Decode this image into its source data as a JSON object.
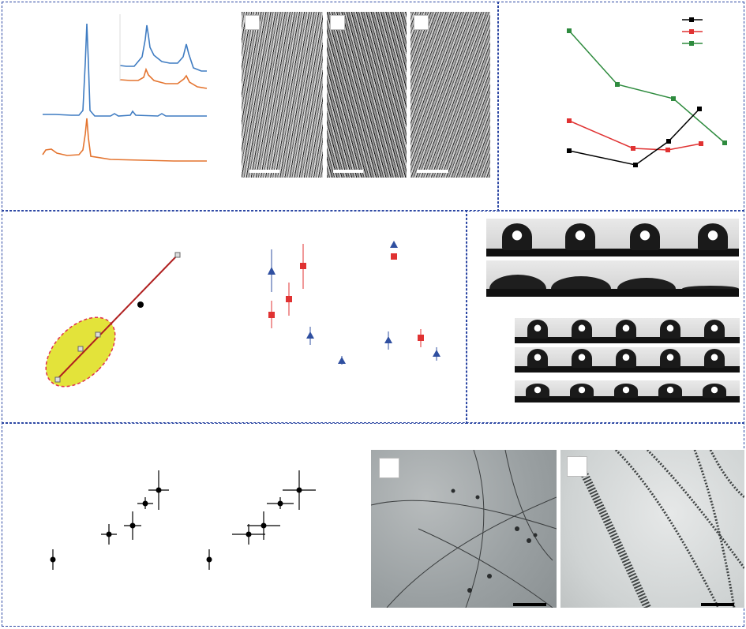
{
  "panels": [
    {
      "name": "spectra-panel"
    },
    {
      "name": "tem-images-panel"
    },
    {
      "name": "line-plot-panel"
    },
    {
      "name": "ellipse-plot-panel"
    },
    {
      "name": "errorbar-plot-panel"
    },
    {
      "name": "contact-angle-panel"
    },
    {
      "name": "scatter-errorbar-panel"
    },
    {
      "name": "sem-images-panel"
    }
  ],
  "chart_data": [
    {
      "type": "line",
      "series": [
        {
          "color": "#3f7cc2",
          "values": [
            0,
            0,
            0,
            1,
            9,
            0,
            0,
            0.3,
            0,
            0.2,
            0,
            0
          ]
        },
        {
          "color": "#e4742f",
          "values": [
            0.4,
            0.1,
            0,
            0.3,
            4,
            0,
            0,
            0,
            0,
            0,
            0,
            0
          ]
        }
      ]
    },
    {
      "type": "line",
      "legend": "top-right",
      "series": [
        {
          "color": "#000000",
          "values": [
            2,
            1,
            3,
            5
          ]
        },
        {
          "color": "#e03232",
          "values": [
            4,
            2,
            2,
            3
          ]
        },
        {
          "color": "#2e8b3e",
          "values": [
            9,
            6,
            5,
            2
          ]
        }
      ]
    },
    {
      "type": "scatter",
      "series": [
        {
          "marker": "triangle",
          "color": "#2f4fa0",
          "values": [
            7.5,
            3.2,
            1.8,
            3,
            2
          ]
        },
        {
          "marker": "square",
          "color": "#e03232",
          "values": [
            4.5,
            5.2,
            7.5,
            9,
            3.3
          ]
        }
      ]
    },
    {
      "type": "scatter",
      "series": [
        {
          "color": "#000000",
          "values": [
            1,
            3,
            3.5,
            5,
            6
          ]
        },
        {
          "color": "#000000",
          "values": [
            1,
            3,
            3.6,
            5,
            6
          ]
        }
      ]
    }
  ]
}
